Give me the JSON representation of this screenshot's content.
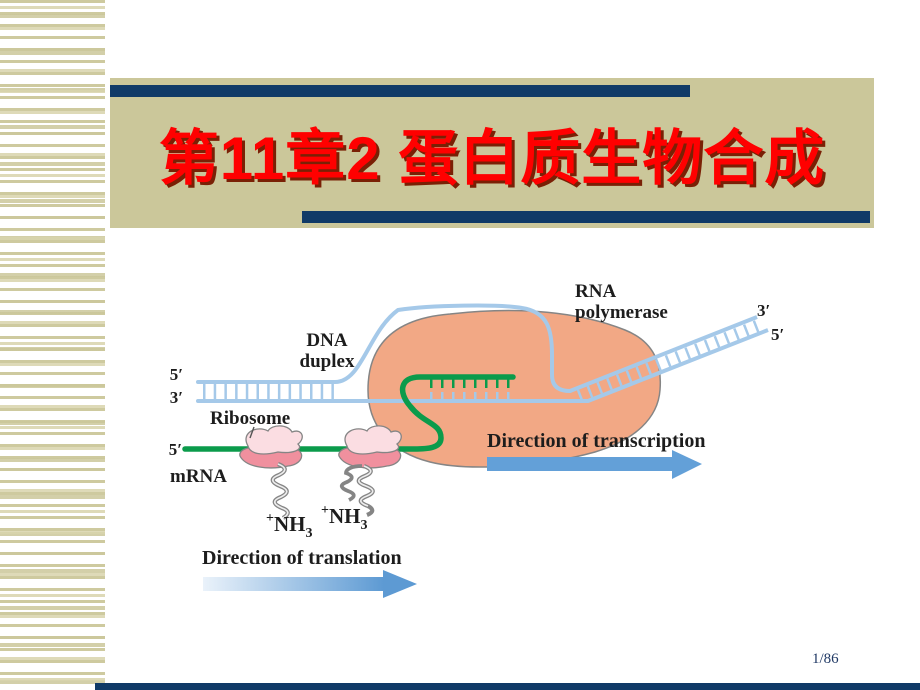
{
  "slide": {
    "title": "第11章2  蛋白质生物合成",
    "page_indicator": "1/86"
  },
  "colors": {
    "template_khaki": "#CBC79A",
    "template_navy": "#103A67",
    "title_red": "#FF0000",
    "title_shadow": "#7A2005",
    "dna_blue": "#A5C9E9",
    "mrna_green": "#0B9B4B",
    "polymerase_salmon": "#F2A885",
    "ribosome_light_pink": "#FBDDE2",
    "ribosome_dark_pink": "#F0909E",
    "arrow_blue": "#5D9AD3",
    "label_dark": "#1D1D1D"
  },
  "diagram": {
    "dna_label_line1": "DNA",
    "dna_label_line2": "duplex",
    "polymerase_label_line1": "RNA",
    "polymerase_label_line2": "polymerase",
    "ribosome_label": "Ribosome",
    "mrna_label": "mRNA",
    "dna_top_left_end": "5′",
    "dna_bottom_left_end": "3′",
    "mrna_five_prime": "5′",
    "exit_top_end": "3′",
    "exit_bottom_end": "5′",
    "amino_sup": "+",
    "amino_base": "NH",
    "amino_sub": "3",
    "transcription_caption": "Direction of transcription",
    "translation_caption": "Direction of translation"
  }
}
